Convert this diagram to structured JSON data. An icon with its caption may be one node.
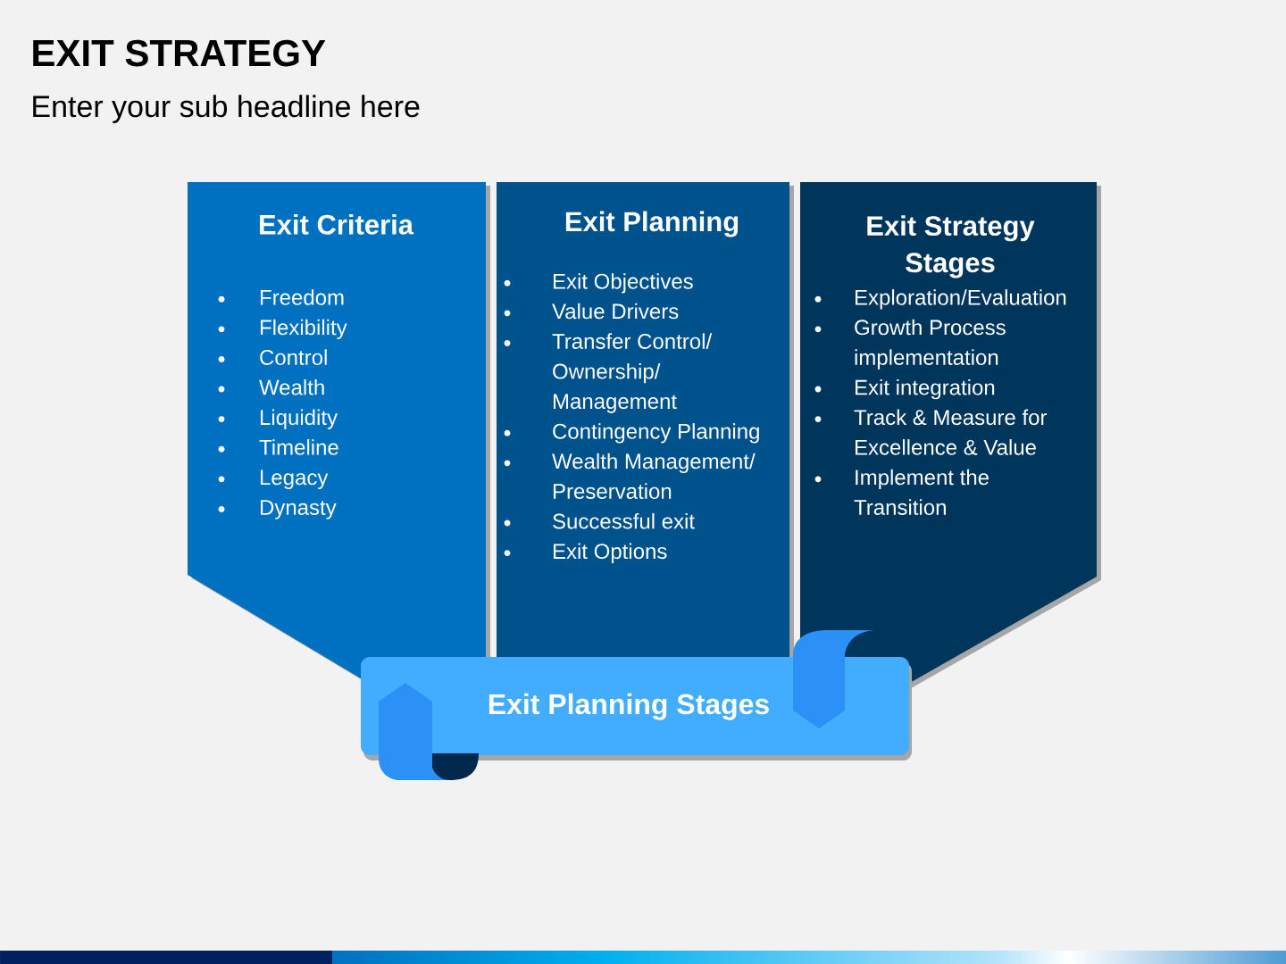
{
  "diagram": {
    "title": "EXIT STRATEGY",
    "nodes": [
      {
        "text": [
          "Exit Criteria",
          "Freedom",
          "Flexibility",
          "Control",
          "Wealth",
          "Liquidity",
          "Timeline",
          "Legacy",
          "Dynasty"
        ]
      },
      {
        "text": [
          "Exit Planning",
          "Exit Objectives",
          "Value Drivers",
          "Transfer Control/ Ownership/ Management",
          "Contingency Planning",
          "Wealth Management/ Preservation",
          "Successful exit",
          "Exit Options"
        ]
      },
      {
        "text": [
          "Exit Strategy Stages",
          "Exploration/Evaluation",
          "Growth Process implementation",
          "Exit integration",
          "Track & Measure for Excellence & Value",
          "Implement the Transition"
        ]
      },
      {
        "text": [
          "Exit Planning Stages"
        ]
      }
    ],
    "labels": [
      "Enter your sub headline here"
    ]
  }
}
